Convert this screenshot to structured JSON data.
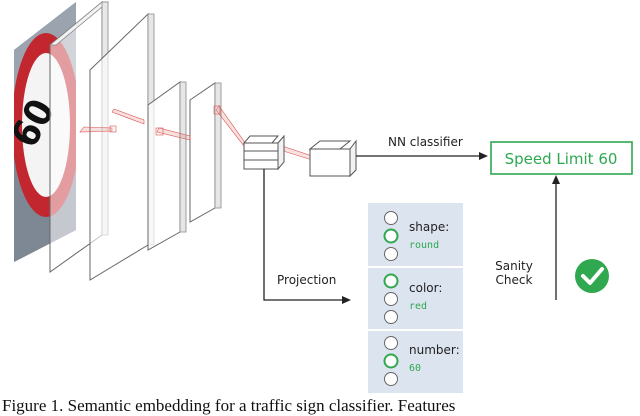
{
  "labels": {
    "nn_classifier": "NN classifier",
    "output": "Speed Limit 60",
    "projection": "Projection",
    "sanity_line1": "Sanity",
    "sanity_line2": "Check"
  },
  "sign": {
    "text": "60"
  },
  "attributes": [
    {
      "name": "shape:",
      "value": "round"
    },
    {
      "name": "color:",
      "value": "red"
    },
    {
      "name": "number:",
      "value": "60"
    }
  ],
  "caption": "Figure 1. Semantic embedding for a traffic sign classifier. Features",
  "colors": {
    "accent_green": "#2fa84f",
    "panel_bg": "#dce4ef",
    "sign_red": "#c2262e",
    "connector_red": "#d9534f"
  },
  "icons": {
    "check": "check-circle-icon"
  }
}
